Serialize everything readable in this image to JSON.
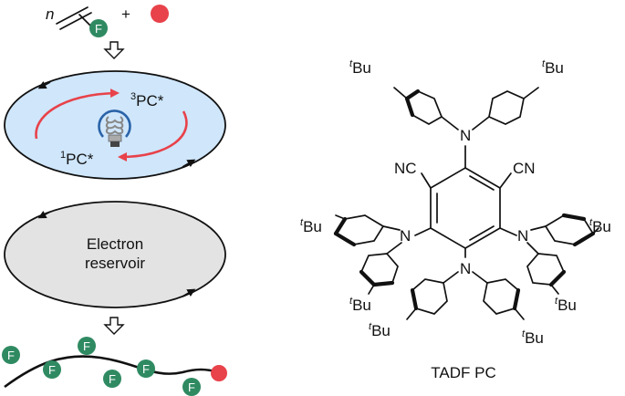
{
  "monomer": {
    "n": "n",
    "f_label": "F",
    "plus": "+"
  },
  "cycle": {
    "triplet": "3PC*",
    "singlet": "1PC*",
    "triplet_sup": "3",
    "triplet_main": "PC*",
    "singlet_sup": "1",
    "singlet_main": "PC*"
  },
  "reservoir": {
    "line1": "Electron",
    "line2": "reservoir"
  },
  "polymer": {
    "f_label": "F"
  },
  "molecule": {
    "cn_left": "NC",
    "cn_right": "CN",
    "n_label": "N",
    "tbu_t": "t",
    "tbu_bu": "Bu",
    "caption": "TADF PC"
  },
  "colors": {
    "upper_ellipse_fill": "#cfe6fb",
    "lower_ellipse_fill": "#e3e3e3",
    "red_arrow": "#e8424a",
    "red_dot": "#e8424a",
    "f_circle": "#2f8a62",
    "bulb_ring": "#2a63a8"
  }
}
